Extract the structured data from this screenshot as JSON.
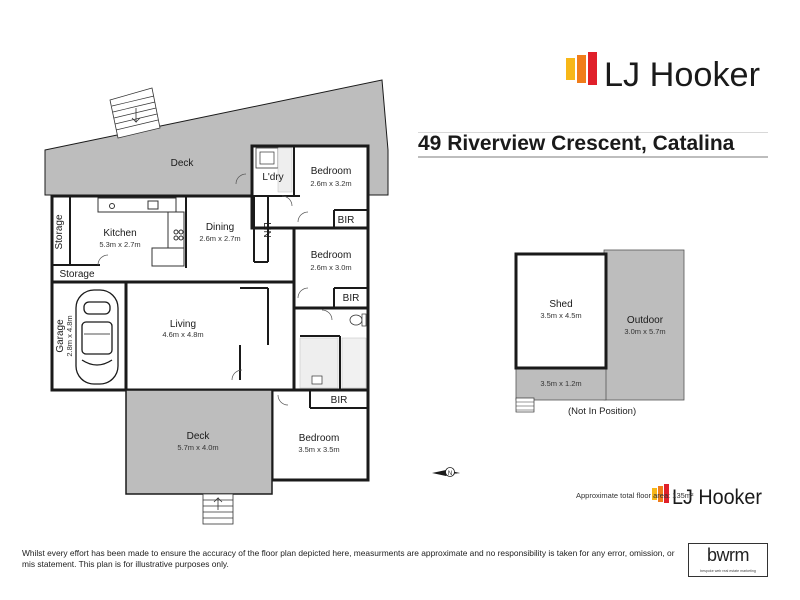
{
  "brand": {
    "name": "LJ Hooker",
    "colors": {
      "yellow": "#f7b718",
      "orange": "#f07d1a",
      "red": "#e0202a",
      "text": "#1a1a1a"
    }
  },
  "address": "49 Riverview Crescent, Catalina",
  "rooms": {
    "deck_top": {
      "name": "Deck"
    },
    "laundry": {
      "name": "L'dry"
    },
    "bedroom1": {
      "name": "Bedroom",
      "dims": "2.6m x 3.2m"
    },
    "bir1": {
      "name": "BIR"
    },
    "kitchen": {
      "name": "Kitchen",
      "dims": "5.3m x 2.7m"
    },
    "dining": {
      "name": "Dining",
      "dims": "2.6m x 2.7m"
    },
    "lin": {
      "name": "LIN"
    },
    "storage_side": {
      "name": "Storage"
    },
    "storage_top": {
      "name": "Storage"
    },
    "bedroom2": {
      "name": "Bedroom",
      "dims": "2.6m x 3.0m"
    },
    "bir2": {
      "name": "BIR"
    },
    "garage": {
      "name": "Garage",
      "dims": "2.8m x 4.8m"
    },
    "living": {
      "name": "Living",
      "dims": "4.6m x 4.8m"
    },
    "bir3": {
      "name": "BIR"
    },
    "deck_bottom": {
      "name": "Deck",
      "dims": "5.7m x 4.0m"
    },
    "bedroom3": {
      "name": "Bedroom",
      "dims": "3.5m x 3.5m"
    }
  },
  "outbuildings": {
    "shed": {
      "name": "Shed",
      "dims": "3.5m x 4.5m"
    },
    "outdoor": {
      "name": "Outdoor",
      "dims": "3.0m x 5.7m"
    },
    "strip": {
      "dims": "3.5m x 1.2m"
    },
    "note": "(Not In Position)"
  },
  "total_area_label": "Approximate total floor area: 135m²",
  "disclaimer": "Whilst every effort has been made to ensure the accuracy of the floor plan depicted here, measurments are approximate and no responsibility is taken for any error, omission, or mis statement. This plan is for illustrative purposes only.",
  "bwrm": {
    "name": "bwrm",
    "tagline": "bespoke web real estate marketing"
  },
  "compass": {
    "label": "N"
  },
  "colors": {
    "deck_fill": "#bdbdbd",
    "wall": "#1a1a1a",
    "floor": "#ffffff"
  }
}
